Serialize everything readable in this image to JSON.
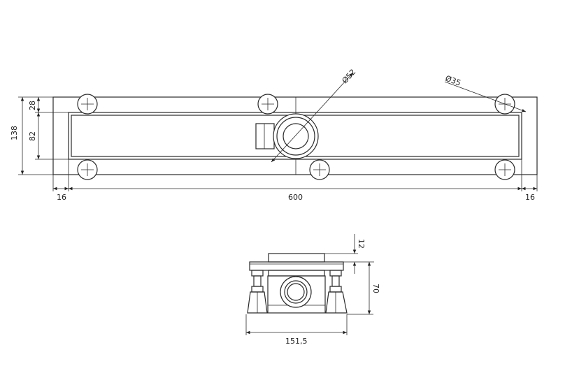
{
  "top_view": {
    "dim_total_height": "138",
    "dim_edge_offset": "28",
    "dim_channel_width": "82",
    "dim_left_margin": "16",
    "dim_length": "600",
    "dim_right_margin": "16",
    "dim_drain_diameter": "Ø52",
    "dim_screw_diameter": "Ø35"
  },
  "front_view": {
    "dim_top_height": "12",
    "dim_height": "70",
    "dim_width": "151,5"
  }
}
